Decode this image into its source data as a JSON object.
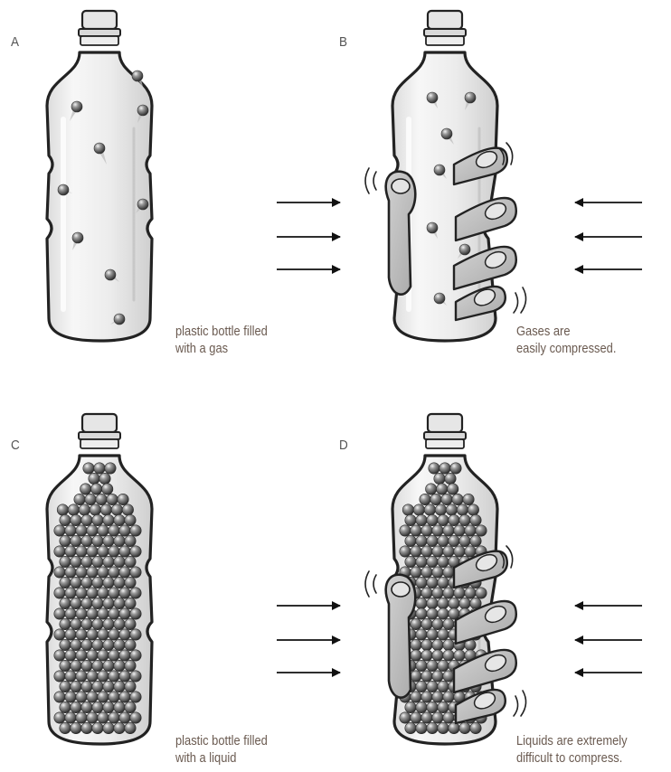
{
  "panels": [
    {
      "id": "A",
      "label": "A",
      "caption": [
        "plastic bottle filled",
        "with a gas"
      ],
      "contents": "gas",
      "squeezed": false
    },
    {
      "id": "B",
      "label": "B",
      "caption": [
        "Gases are",
        "easily compressed."
      ],
      "contents": "gas",
      "squeezed": true
    },
    {
      "id": "C",
      "label": "C",
      "caption": [
        "plastic bottle filled",
        "with a liquid"
      ],
      "contents": "liquid",
      "squeezed": false
    },
    {
      "id": "D",
      "label": "D",
      "caption": [
        "Liquids are extremely",
        "difficult to compress."
      ],
      "contents": "liquid",
      "squeezed": true
    }
  ],
  "colors": {
    "line": "#222222",
    "bottle": "#f1f1f1",
    "hand": "#bdbdbd",
    "particle": "#5a5a5a",
    "caption": "#6a5a50"
  },
  "icons": [
    "plastic-bottle-icon",
    "particle-icon",
    "hand-icon",
    "push-arrow-icon"
  ]
}
